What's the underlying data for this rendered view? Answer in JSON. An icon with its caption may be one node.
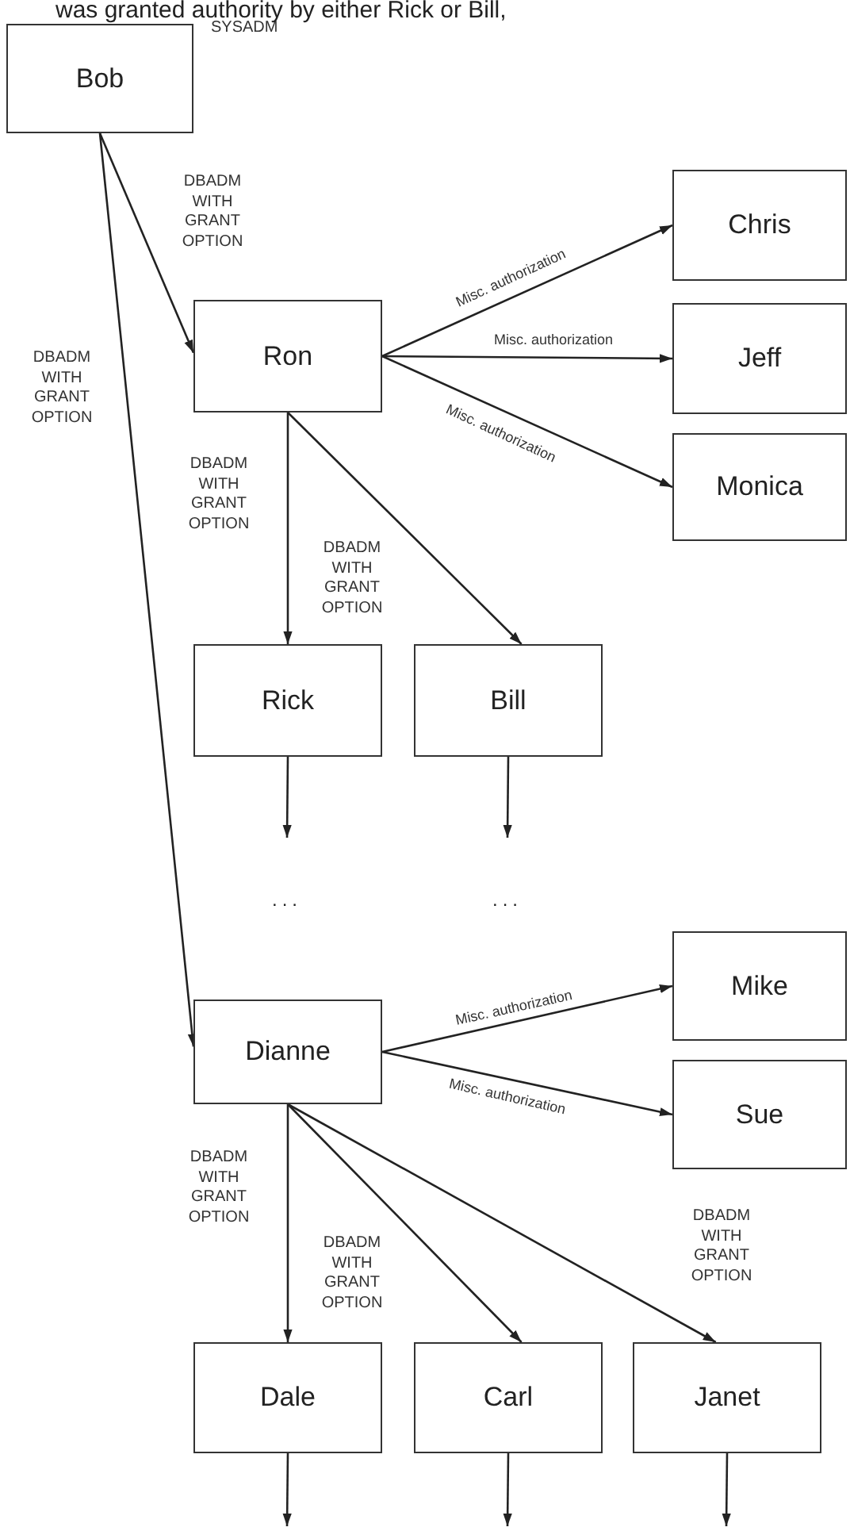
{
  "diagram": {
    "nodes": [
      {
        "text": [
          "Bob"
        ],
        "beside": [
          "SYSADM"
        ]
      },
      {
        "text": [
          "Ron"
        ]
      },
      {
        "text": [
          "Chris"
        ]
      },
      {
        "text": [
          "Jeff"
        ]
      },
      {
        "text": [
          "Monica"
        ]
      },
      {
        "text": [
          "Rick"
        ]
      },
      {
        "text": [
          "Bill"
        ]
      },
      {
        "text": [
          "Dianne"
        ]
      },
      {
        "text": [
          "Mike"
        ]
      },
      {
        "text": [
          "Sue"
        ]
      },
      {
        "text": [
          "Dale"
        ]
      },
      {
        "text": [
          "Carl"
        ]
      },
      {
        "text": [
          "Janet"
        ]
      }
    ],
    "edges": [
      {
        "from": 0,
        "to": 1,
        "arrow": "to",
        "label": "DBADM WITH GRANT OPTION"
      },
      {
        "from": 0,
        "to": 7,
        "arrow": "to",
        "label": "DBADM WITH GRANT OPTION"
      },
      {
        "from": 1,
        "to": 2,
        "arrow": "to",
        "label": "Misc. authorization"
      },
      {
        "from": 1,
        "to": 3,
        "arrow": "to",
        "label": "Misc. authorization"
      },
      {
        "from": 1,
        "to": 4,
        "arrow": "to",
        "label": "Misc. authorization"
      },
      {
        "from": 1,
        "to": 5,
        "arrow": "to",
        "label": "DBADM WITH GRANT OPTION"
      },
      {
        "from": 1,
        "to": 6,
        "arrow": "to",
        "label": "DBADM WITH GRANT OPTION"
      },
      {
        "from": 5,
        "to": null,
        "arrow": "to"
      },
      {
        "from": 6,
        "to": null,
        "arrow": "to"
      },
      {
        "from": 7,
        "to": 8,
        "arrow": "to",
        "label": "Misc. authorization"
      },
      {
        "from": 7,
        "to": 9,
        "arrow": "to",
        "label": "Misc. authorization"
      },
      {
        "from": 7,
        "to": 10,
        "arrow": "to",
        "label": "DBADM WITH GRANT OPTION"
      },
      {
        "from": 7,
        "to": 11,
        "arrow": "to",
        "label": "DBADM WITH GRANT OPTION"
      },
      {
        "from": 7,
        "to": 12,
        "arrow": "to",
        "label": "DBADM WITH GRANT OPTION"
      },
      {
        "from": 10,
        "to": null,
        "arrow": "to"
      },
      {
        "from": 11,
        "to": null,
        "arrow": "to"
      },
      {
        "from": 12,
        "to": null,
        "arrow": "to"
      }
    ],
    "labels": [
      "was granted authority by either Rick or Bill,",
      "...",
      "..."
    ]
  }
}
